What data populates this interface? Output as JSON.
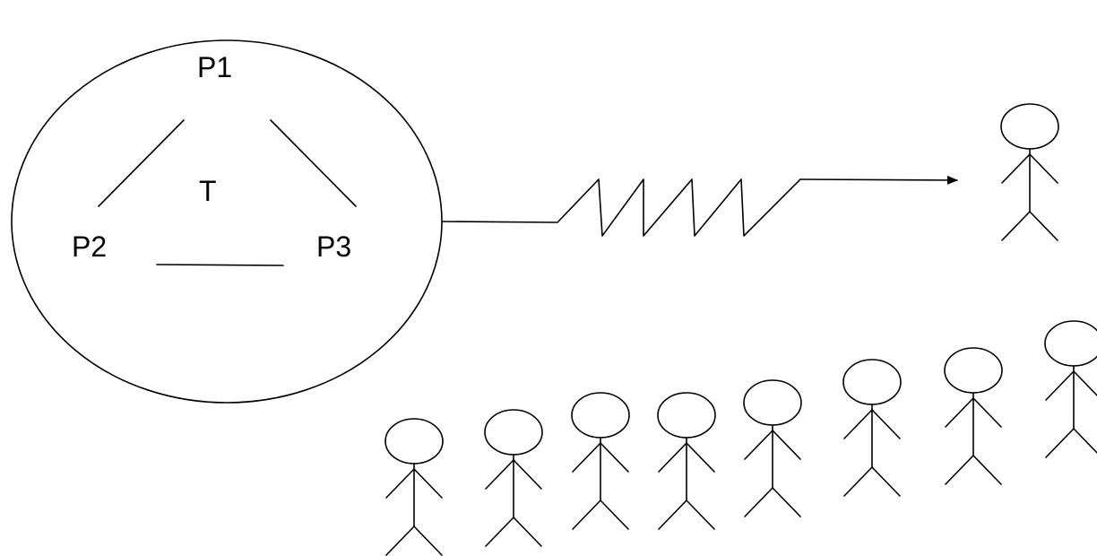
{
  "diagram": {
    "labels": {
      "p1": "P1",
      "p2": "P2",
      "p3": "P3",
      "center": "T"
    },
    "crowd_count": 8,
    "colors": {
      "stroke": "#000000",
      "background": "#ffffff"
    }
  }
}
